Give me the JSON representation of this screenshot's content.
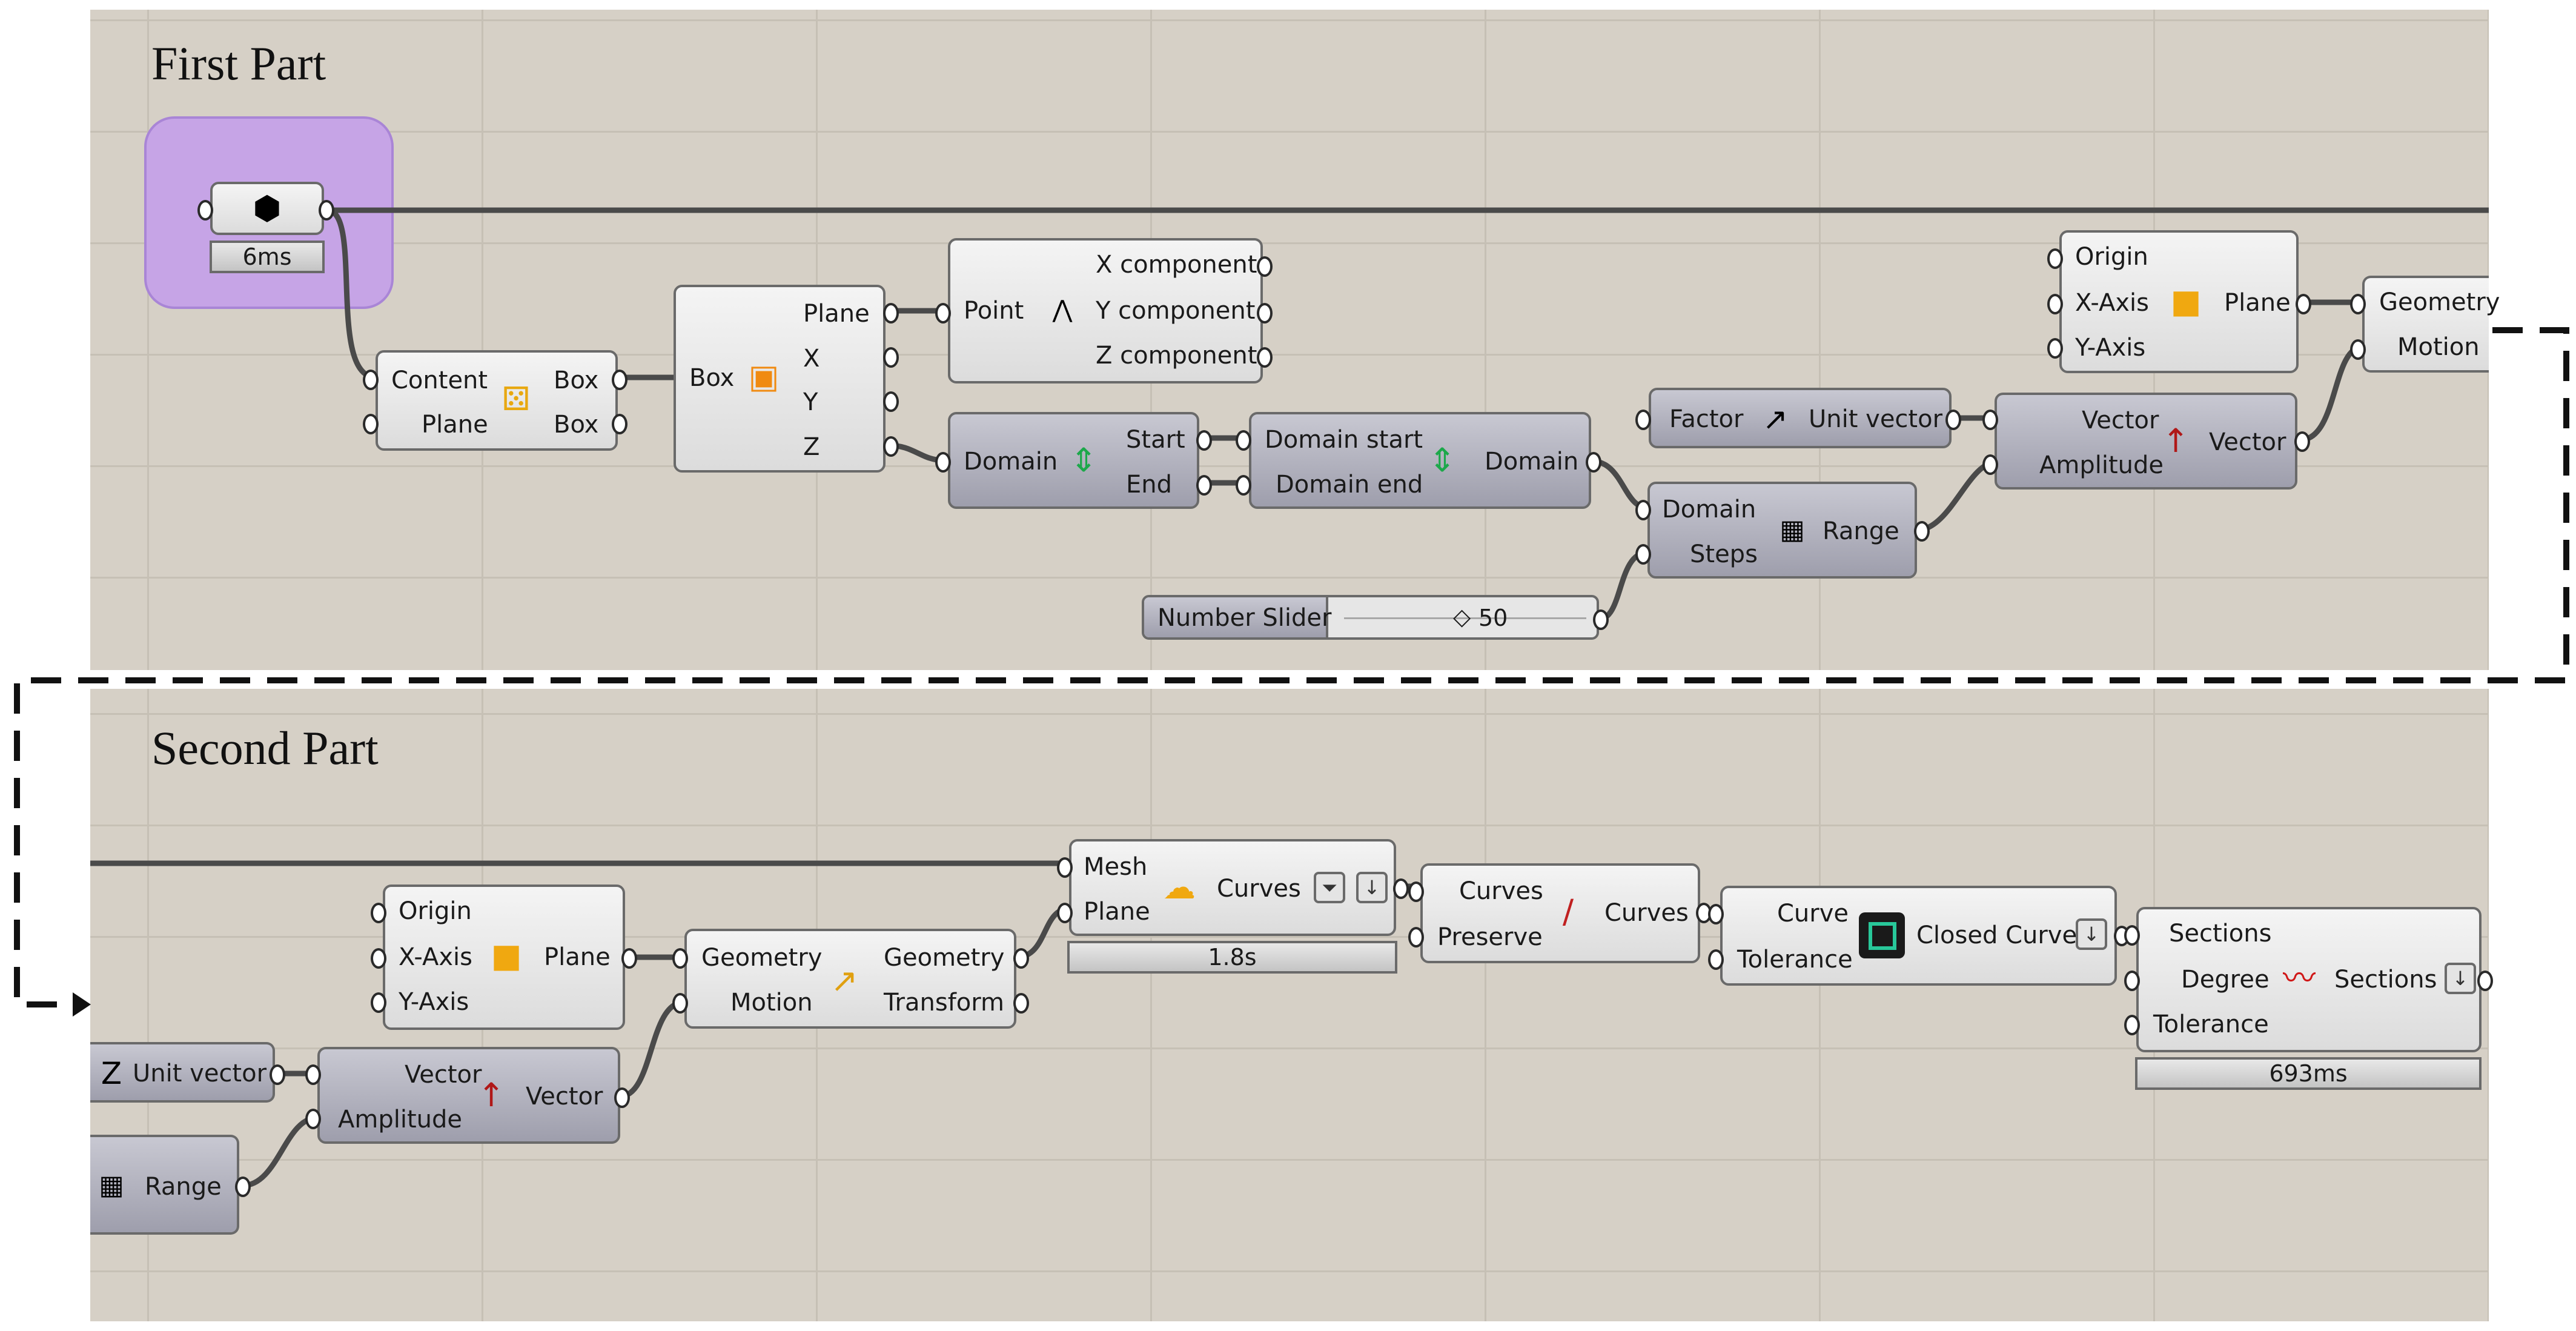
{
  "first_part": {
    "title": "First Part",
    "geometry_param": {
      "timer": "6ms",
      "icon": "mesh-geometry-icon",
      "group_color": "#c6a4e6"
    },
    "populate": {
      "in": [
        "Content",
        "Plane"
      ],
      "out": [
        "Box",
        "Box"
      ],
      "icon": "dice-icon"
    },
    "deconstruct_box": {
      "in": [
        "Box"
      ],
      "out": [
        "Plane",
        "X",
        "Y",
        "Z"
      ],
      "icon": "box-icon"
    },
    "deconstruct_point": {
      "in": [
        "Point"
      ],
      "out": [
        "X component",
        "Y component",
        "Z component"
      ],
      "icon": "xyz-icon"
    },
    "deconstruct_domain": {
      "in": [
        "Domain"
      ],
      "out": [
        "Start",
        "End"
      ],
      "icon": "domain-split-icon"
    },
    "construct_domain": {
      "in": [
        "Domain start",
        "Domain end"
      ],
      "out": [
        "Domain"
      ],
      "icon": "domain-build-icon"
    },
    "unit_z": {
      "in": [
        "Factor"
      ],
      "out": [
        "Unit vector"
      ],
      "icon": "unit-z-icon"
    },
    "range": {
      "in": [
        "Domain",
        "Steps"
      ],
      "out": [
        "Range"
      ],
      "icon": "range-icon"
    },
    "slider": {
      "label": "Number Slider",
      "value": "50"
    },
    "xy_plane": {
      "in": [
        "Origin",
        "X-Axis",
        "Y-Axis"
      ],
      "out": [
        "Plane"
      ],
      "icon": "plane-icon"
    },
    "amplitude": {
      "in": [
        "Vector",
        "Amplitude"
      ],
      "out": [
        "Vector"
      ],
      "icon": "amplitude-icon"
    },
    "move": {
      "in": [
        "Geometry",
        "Motion"
      ]
    }
  },
  "second_part": {
    "title": "Second Part",
    "unit_z_partial": {
      "out": [
        "Unit vector"
      ]
    },
    "range_partial": {
      "out": [
        "Range"
      ]
    },
    "plane": {
      "in": [
        "Origin",
        "X-Axis",
        "Y-Axis"
      ],
      "out": [
        "Plane"
      ]
    },
    "amplitude": {
      "in": [
        "Vector",
        "Amplitude"
      ],
      "out": [
        "Vector"
      ]
    },
    "move": {
      "in": [
        "Geometry",
        "Motion"
      ],
      "out": [
        "Geometry",
        "Transform"
      ],
      "icon": "move-icon"
    },
    "contour": {
      "in": [
        "Mesh",
        "Plane"
      ],
      "out": [
        "Curves"
      ],
      "timer": "1.8s",
      "icon": "mesh-contour-icon"
    },
    "join_curves": {
      "in": [
        "Curves",
        "Preserve"
      ],
      "out": [
        "Curves"
      ],
      "icon": "join-curves-icon"
    },
    "closed_curve": {
      "in": [
        "Curve",
        "Tolerance"
      ],
      "out": [
        "Closed Curve"
      ],
      "icon": "closed-curve-icon"
    },
    "loft": {
      "in": [
        "Sections",
        "Degree",
        "Tolerance"
      ],
      "out": [
        "Sections"
      ],
      "timer": "693ms",
      "icon": "loft-icon"
    }
  }
}
